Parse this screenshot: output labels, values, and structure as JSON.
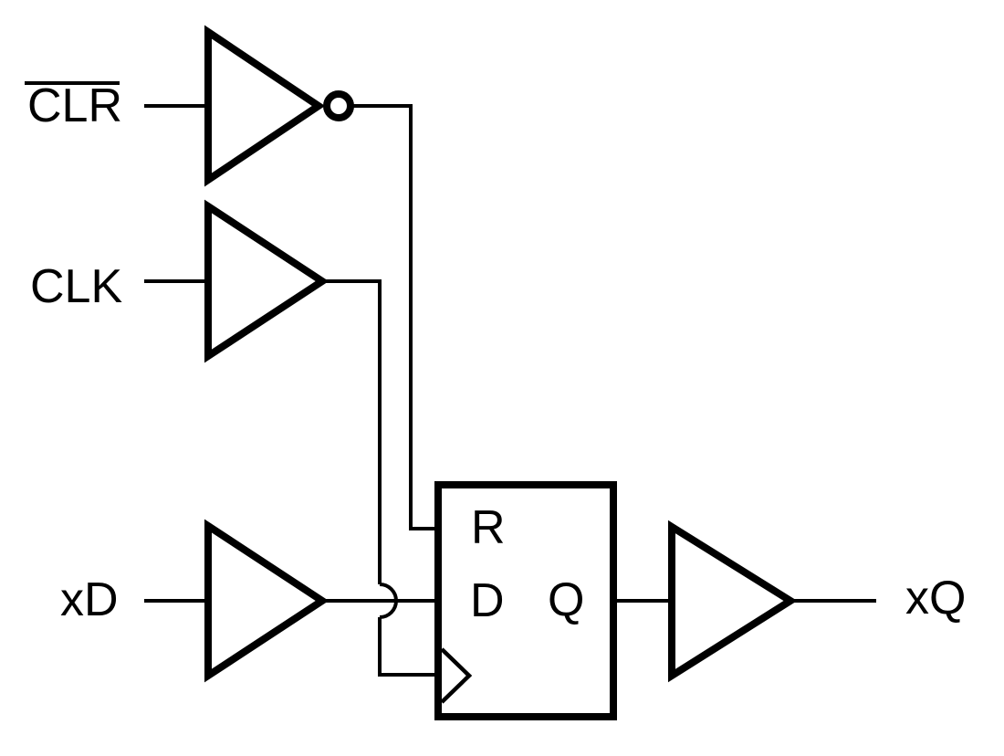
{
  "colors": {
    "ink": "#000000",
    "paper": "#ffffff"
  },
  "labels": {
    "clr": "CLR",
    "clk": "CLK",
    "xd": "xD",
    "xq": "xQ",
    "ff_reset": "R",
    "ff_data": "D",
    "ff_output": "Q"
  }
}
